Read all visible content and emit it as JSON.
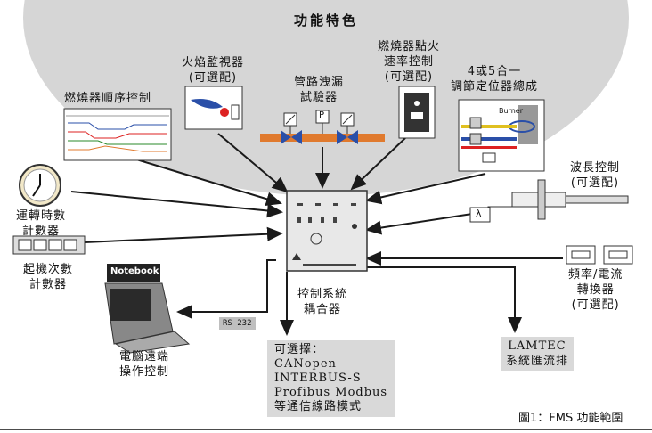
{
  "title": "功能特色",
  "caption": "圖1：FMS  功能範圍",
  "labels": {
    "sequence": "燃燒器順序控制",
    "flame": [
      "火焰監視器",
      "(可選配)"
    ],
    "leak": [
      "管路洩漏",
      "試驗器"
    ],
    "ignition": [
      "燃燒器點火",
      "速率控制",
      "(可選配)"
    ],
    "positioner": [
      "4或5合一",
      "調節定位器總成"
    ],
    "lambda": [
      "波長控制",
      "(可選配)"
    ],
    "hours": [
      "運轉時數",
      "計數器"
    ],
    "starts": [
      "起機次數",
      "計數器"
    ],
    "freq": [
      "頻率/電流",
      "轉換器",
      "(可選配)"
    ],
    "coupler": [
      "控制系統",
      "耦合器"
    ],
    "remote": [
      "電腦遠端",
      "操作控制"
    ],
    "lamtec": [
      "LAMTEC",
      "系統匯流排"
    ],
    "options": [
      "可選擇：",
      "CANopen",
      "INTERBUS-S",
      "Profibus Modbus",
      "等通信線路模式"
    ]
  },
  "tags": {
    "rs232": "RS 232",
    "notebook": "Notebook",
    "burner": "Burner",
    "p": "P",
    "lambda_sym": "λ"
  },
  "colors": {
    "dome": "#d6d6d6",
    "panel": "#e8e8e8",
    "arrow": "#1a1a1a",
    "pipe": "#e07a2e",
    "valve": "#2a4fa8",
    "box": "#d9d9d9"
  }
}
